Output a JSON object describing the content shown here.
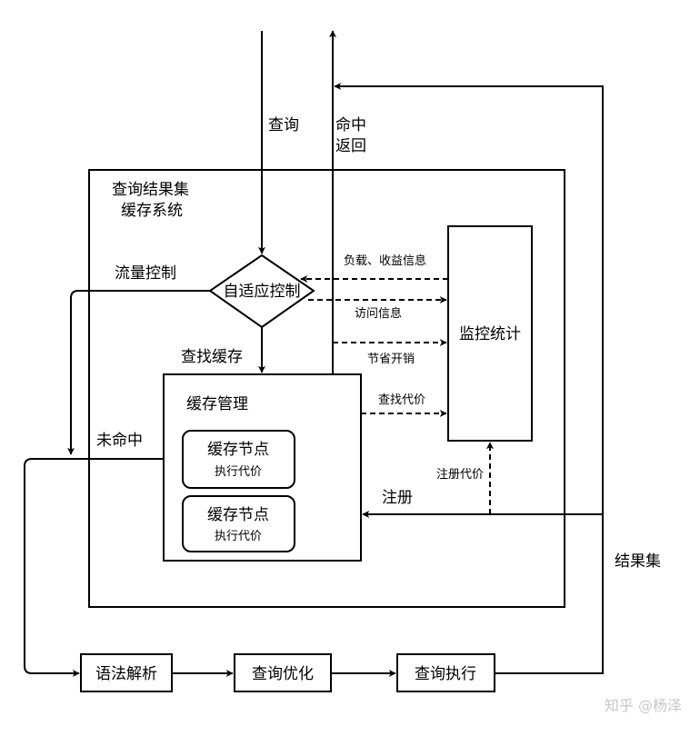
{
  "outer_system": {
    "title_line1": "查询结果集",
    "title_line2": "缓存系统"
  },
  "adaptive_control": {
    "label": "自适应控制"
  },
  "monitor": {
    "label": "监控统计"
  },
  "cache_manager": {
    "title": "缓存管理",
    "nodes": [
      {
        "title": "缓存节点",
        "subtitle": "执行代价"
      },
      {
        "title": "缓存节点",
        "subtitle": "执行代价"
      }
    ]
  },
  "pipeline": {
    "steps": [
      "语法解析",
      "查询优化",
      "查询执行"
    ]
  },
  "edge_labels": {
    "query": "查询",
    "hit_line1": "命中",
    "hit_line2": "返回",
    "flow_control": "流量控制",
    "find_cache": "查找缓存",
    "miss": "未命中",
    "load_gain": "负载、收益信息",
    "access_info": "访问信息",
    "save_cost": "节省开销",
    "lookup_cost": "查找代价",
    "register_cost": "注册代价",
    "register": "注册",
    "result_set": "结果集"
  },
  "watermark": "知乎 @杨泽"
}
